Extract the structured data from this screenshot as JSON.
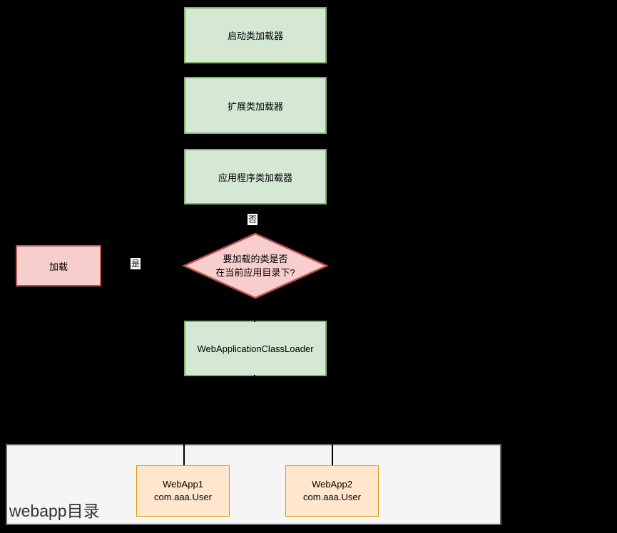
{
  "diagram": {
    "nodes": {
      "bootstrap": {
        "label": "启动类加载器"
      },
      "extension": {
        "label": "扩展类加载器"
      },
      "application": {
        "label": "应用程序类加载器"
      },
      "decision": {
        "line1": "要加载的类是否",
        "line2": "在当前应用目录下?"
      },
      "load": {
        "label": "加载"
      },
      "wacl": {
        "label": "WebApplicationClassLoader"
      },
      "webapp1": {
        "title": "WebApp1",
        "subtitle": "com.aaa.User"
      },
      "webapp2": {
        "title": "WebApp2",
        "subtitle": "com.aaa.User"
      }
    },
    "edge_labels": {
      "no": "否",
      "yes": "是"
    },
    "container": {
      "label": "webapp目录"
    },
    "colors": {
      "background": "#000000",
      "classloader_fill": "#d5e8d4",
      "classloader_border": "#82b366",
      "decision_fill": "#f8cecc",
      "decision_border": "#b85450",
      "webapp_fill": "#ffe6cc",
      "webapp_border": "#d79b00",
      "container_fill": "#f5f5f5",
      "container_border": "#666666",
      "connector": "#000000",
      "edge_label_bg": "#ffffff",
      "container_label_text": "#333333"
    }
  }
}
